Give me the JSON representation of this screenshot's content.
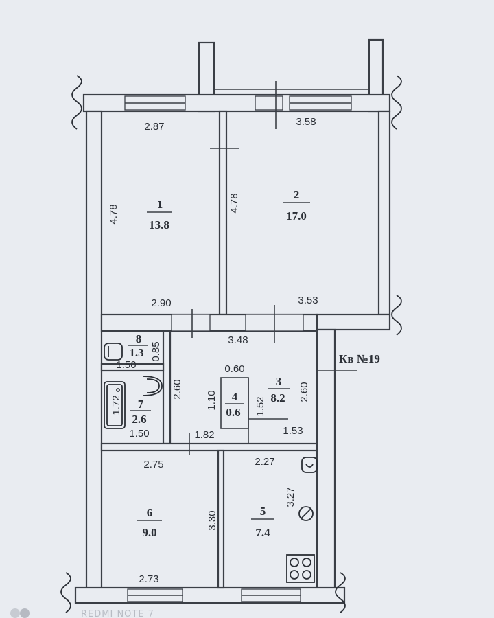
{
  "plan": {
    "apartment_label": "Кв №19",
    "rooms": [
      {
        "id": "1",
        "area": "13.8"
      },
      {
        "id": "2",
        "area": "17.0"
      },
      {
        "id": "3",
        "area": "8.2"
      },
      {
        "id": "4",
        "area": "0.6"
      },
      {
        "id": "5",
        "area": "7.4"
      },
      {
        "id": "6",
        "area": "9.0"
      },
      {
        "id": "7",
        "area": "2.6"
      },
      {
        "id": "8",
        "area": "1.3"
      }
    ],
    "dimensions": {
      "room1_top": "2.87",
      "room2_top": "3.58",
      "room1_left": "4.78",
      "room2_left": "4.78",
      "room1_bottom": "2.90",
      "room2_bottom": "3.53",
      "hall_top": "3.48",
      "hall_left": "2.60",
      "hall_right": "2.60",
      "closet_top": "0.60",
      "closet_left": "1.10",
      "closet_right": "1.52",
      "hall_bottom_left": "1.82",
      "hall_bottom_right": "1.53",
      "wc_height": "0.85",
      "wc_width": "1.50",
      "bath_width": "1.50",
      "bathtub": "1.72",
      "room6_top": "2.75",
      "room6_right": "3.30",
      "room6_bottom": "2.73",
      "kitchen_top": "2.27",
      "kitchen_right": "3.27"
    },
    "watermark": "REDMI NOTE 7"
  }
}
